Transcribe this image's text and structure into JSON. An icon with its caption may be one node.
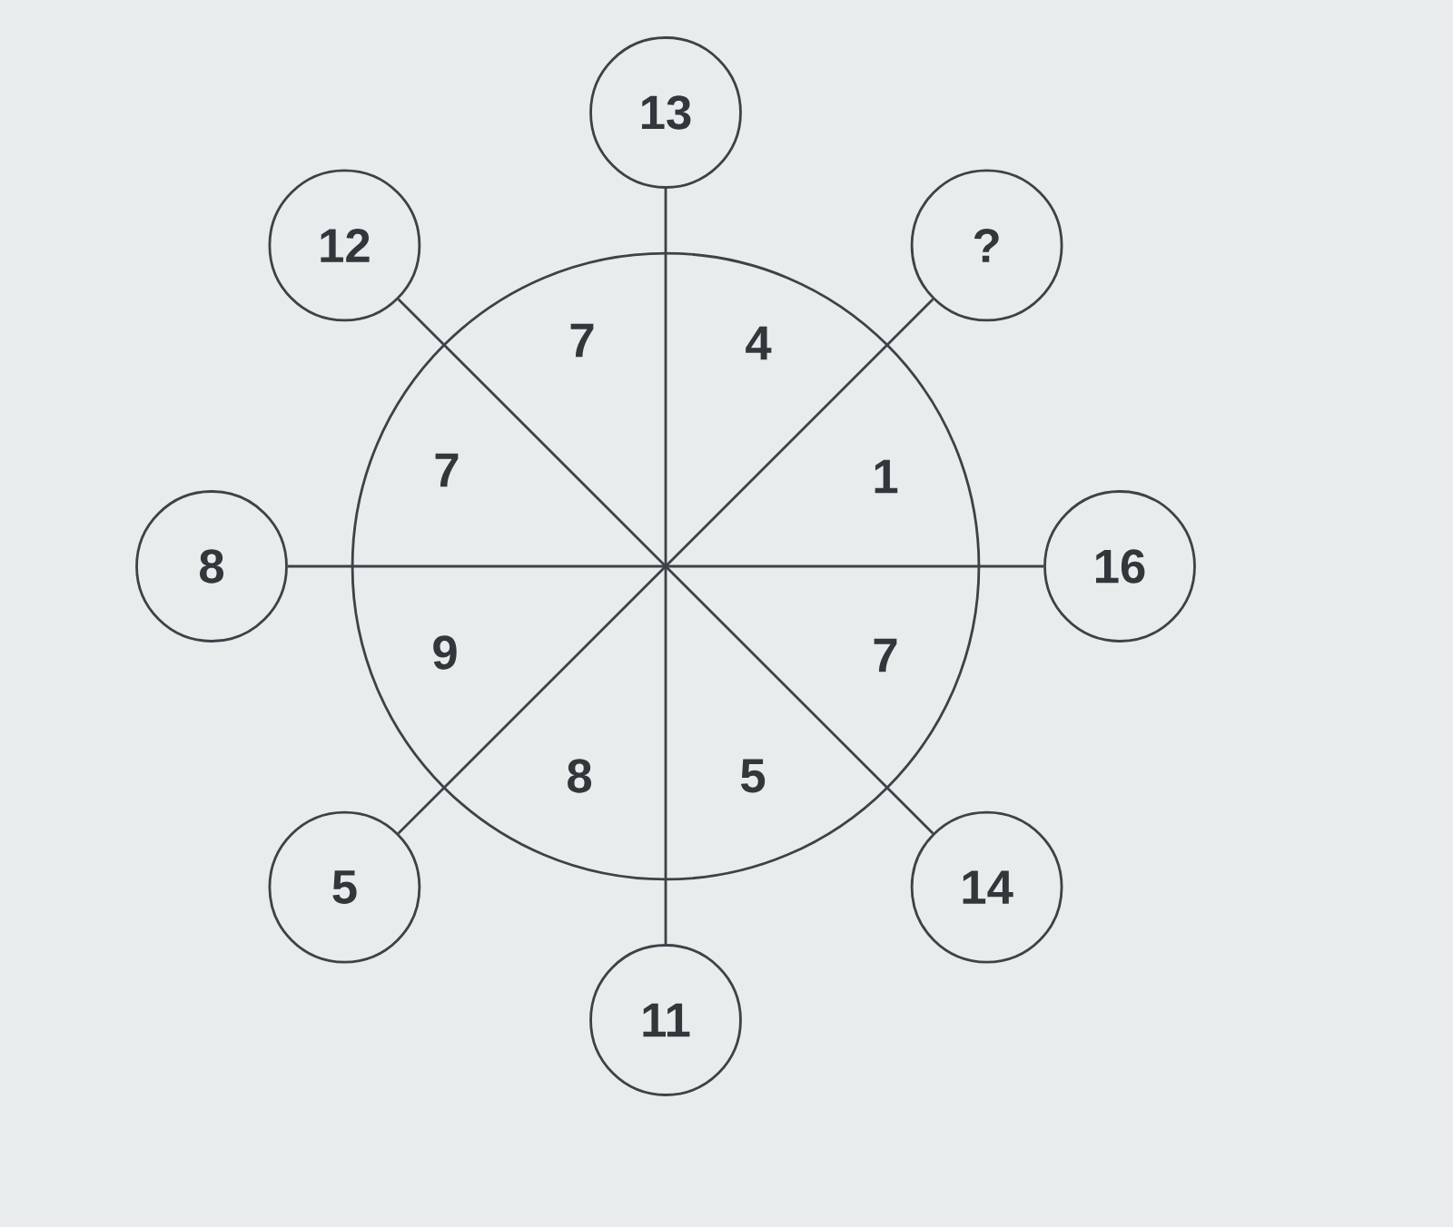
{
  "diagram": {
    "nodes": [
      {
        "text": [
          "13"
        ]
      },
      {
        "text": [
          "12"
        ]
      },
      {
        "text": [
          "?"
        ]
      },
      {
        "text": [
          "7",
          "4",
          "7",
          "1",
          "9",
          "7",
          "8",
          "5"
        ]
      },
      {
        "text": [
          "8"
        ]
      },
      {
        "text": [
          "16"
        ]
      },
      {
        "text": [
          "5"
        ]
      },
      {
        "text": [
          "14"
        ]
      },
      {
        "text": [
          "11"
        ]
      }
    ],
    "edges": [
      {
        "from": 0,
        "to": 3,
        "arrow": "none"
      },
      {
        "from": 1,
        "to": 3,
        "arrow": "none"
      },
      {
        "from": 2,
        "to": 3,
        "arrow": "none"
      },
      {
        "from": 4,
        "to": 3,
        "arrow": "none"
      },
      {
        "from": 5,
        "to": 3,
        "arrow": "none"
      },
      {
        "from": 6,
        "to": 3,
        "arrow": "none"
      },
      {
        "from": 7,
        "to": 3,
        "arrow": "none"
      },
      {
        "from": 8,
        "to": 3,
        "arrow": "none"
      }
    ]
  }
}
